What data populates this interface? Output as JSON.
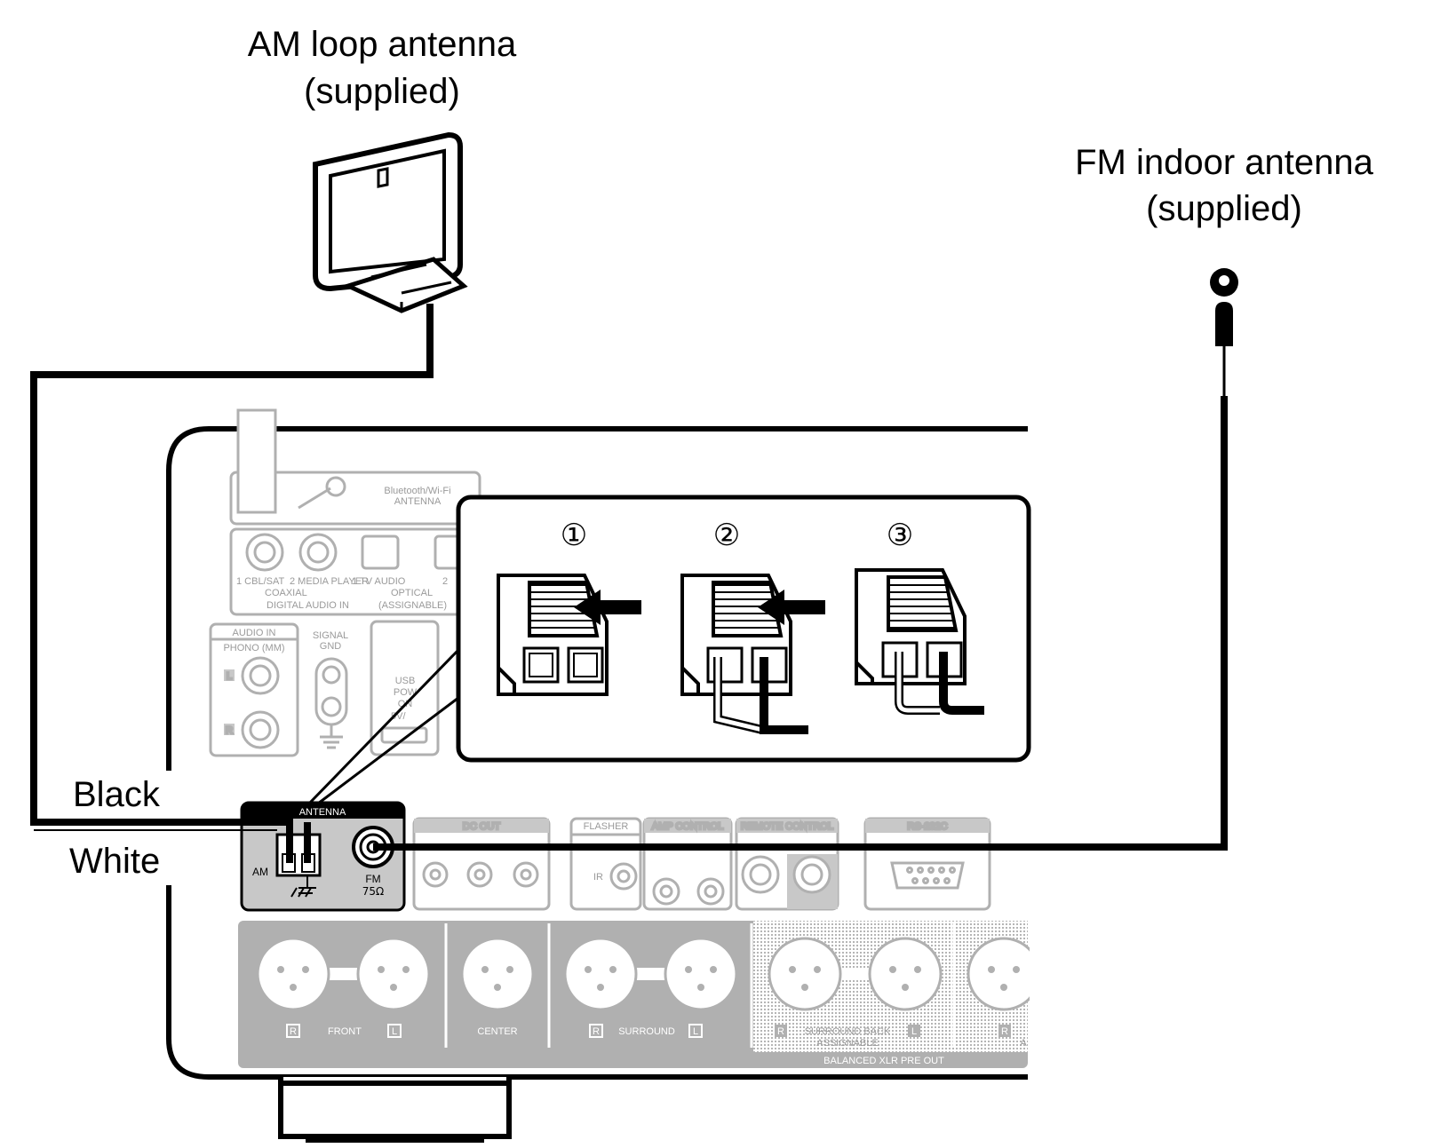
{
  "labels": {
    "am_antenna_line1": "AM loop antenna",
    "am_antenna_line2": "(supplied)",
    "fm_antenna_line1": "FM indoor antenna",
    "fm_antenna_line2": "(supplied)",
    "black": "Black",
    "white": "White"
  },
  "steps": [
    "①",
    "②",
    "③"
  ],
  "antenna_block": {
    "title": "ANTENNA",
    "am": "AM",
    "fm": "FM",
    "fm_impedance": "75Ω"
  },
  "panel": {
    "bt_wifi_line1": "Bluetooth/Wi-Fi",
    "bt_wifi_line2": "ANTENNA",
    "coaxial_1": "1 CBL/SAT",
    "coaxial_2": "2 MEDIA PLAYER",
    "optical_1": "1 TV AUDIO",
    "optical_2": "2",
    "coaxial": "COAXIAL",
    "optical": "OPTICAL",
    "digital_audio_in": "DIGITAL AUDIO IN",
    "assignable": "(ASSIGNABLE)",
    "audio_in": "AUDIO IN",
    "phono": "PHONO (MM)",
    "ch_l": "L",
    "ch_r": "R",
    "signal": "SIGNAL",
    "gnd": "GND",
    "usb_line1": "USB",
    "usb_line2": "POW",
    "usb_line3": "ON",
    "usb_line4": "5V/",
    "dc_out": "DC OUT",
    "flasher": "FLASHER",
    "ir": "IR",
    "amp_control": "AMP CONTROL",
    "remote_control": "REMOTE CONTROL",
    "rs232c": "RS-232C",
    "front": "FRONT",
    "center": "CENTER",
    "surround": "SURROUND",
    "surround_back": "SURROUND BACK",
    "assignable_small": "ASSIGNABLE",
    "balanced_xlr": "BALANCED XLR PRE OUT",
    "cut_a": "A"
  },
  "colors": {
    "line": "#000000",
    "panel_gray": "#b0b0b0",
    "panel_light": "#c8c8c8"
  }
}
